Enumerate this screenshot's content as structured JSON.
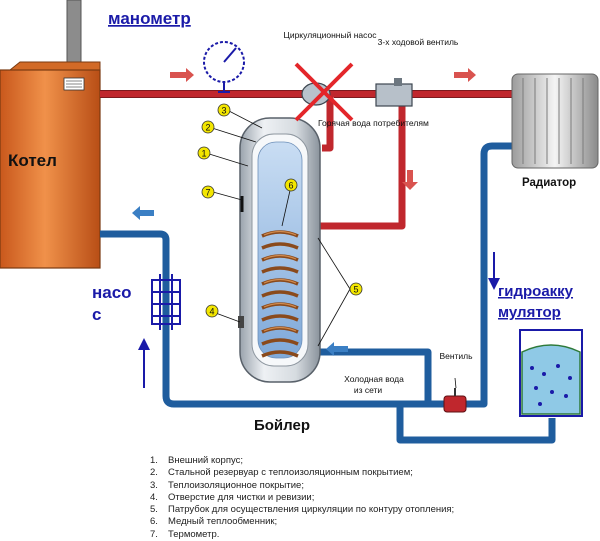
{
  "labels": {
    "boiler_unit": "Котел",
    "manometer": "манометр",
    "circ_pump": "Циркуляционный насос",
    "three_way_valve": "3-х ходовой вентиль",
    "hot_water": "Горячая вода потребителям",
    "radiator": "Радиатор",
    "hydro_accumulator_line1": "гидроакку",
    "hydro_accumulator_line2": "мулятор",
    "valve": "Вентиль",
    "cold_water_line1": "Холодная вода",
    "cold_water_line2": "из сети",
    "tank": "Бойлер",
    "pump_line1": "насо",
    "pump_line2": "с"
  },
  "markers": [
    "1",
    "2",
    "3",
    "4",
    "5",
    "6",
    "7"
  ],
  "legend": [
    {
      "num": "1.",
      "text": "Внешний корпус;"
    },
    {
      "num": "2.",
      "text": "Стальной резервуар с теплоизоляционным покрытием;"
    },
    {
      "num": "3.",
      "text": "Теплоизоляционное покрытие;"
    },
    {
      "num": "4.",
      "text": "Отверстие для чистки и ревизии;"
    },
    {
      "num": "5.",
      "text": "Патрубок для осуществления циркуляции по контуру отопления;"
    },
    {
      "num": "6.",
      "text": "Медный теплообменник;"
    },
    {
      "num": "7.",
      "text": "Термометр."
    }
  ],
  "colors": {
    "hot_pipe": "#c0272d",
    "cold_pipe": "#1f5d9e",
    "boiler_body": "#e07a2e",
    "handwritten_blue": "#1a1aa8",
    "marker_fill": "#f3e600",
    "arrow_hot": "#d9534f",
    "arrow_cold": "#3b7fc4"
  }
}
